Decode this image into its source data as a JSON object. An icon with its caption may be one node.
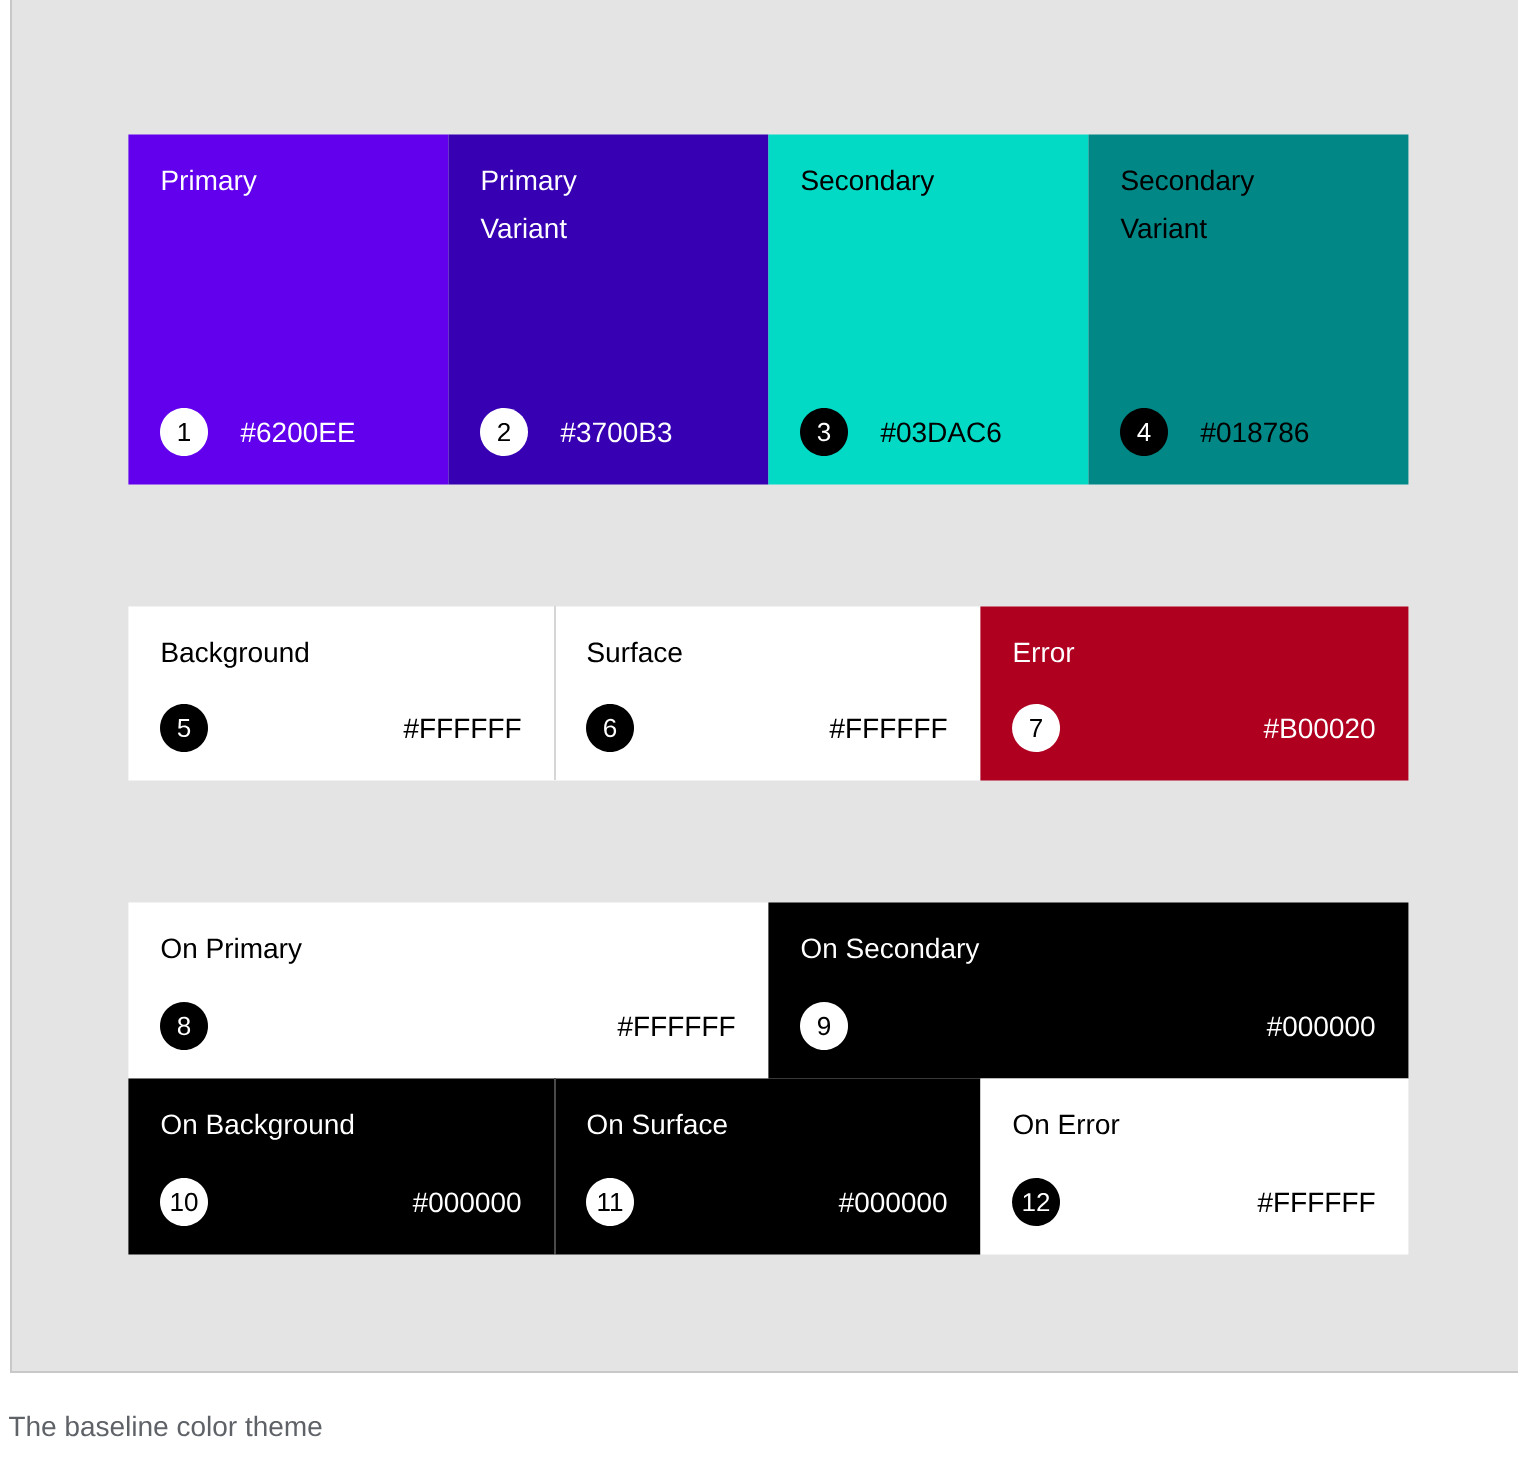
{
  "diagram": {
    "caption": "The baseline color theme",
    "nodes": [
      {
        "text": [
          "Primary",
          "#6200EE"
        ]
      },
      {
        "text": [
          "1"
        ],
        "in": 0
      },
      {
        "text": [
          "Primary Variant",
          "#3700B3"
        ]
      },
      {
        "text": [
          "2"
        ],
        "in": 2
      },
      {
        "text": [
          "Secondary",
          "#03DAC6"
        ]
      },
      {
        "text": [
          "3"
        ],
        "in": 4
      },
      {
        "text": [
          "Secondary Variant",
          "#018786"
        ]
      },
      {
        "text": [
          "4"
        ],
        "in": 6
      },
      {
        "text": [
          "Background",
          "#FFFFFF"
        ]
      },
      {
        "text": [
          "5"
        ],
        "in": 8
      },
      {
        "text": [
          "Surface",
          "#FFFFFF"
        ]
      },
      {
        "text": [
          "6"
        ],
        "in": 10
      },
      {
        "text": [
          "Error",
          "#B00020"
        ]
      },
      {
        "text": [
          "7"
        ],
        "in": 12
      },
      {
        "text": [
          "On Primary",
          "#FFFFFF"
        ]
      },
      {
        "text": [
          "8"
        ],
        "in": 14
      },
      {
        "text": [
          "On Secondary",
          "#000000"
        ]
      },
      {
        "text": [
          "9"
        ],
        "in": 16
      },
      {
        "text": [
          "On Background",
          "#000000"
        ]
      },
      {
        "text": [
          "10"
        ],
        "in": 18
      },
      {
        "text": [
          "On Surface",
          "#000000"
        ]
      },
      {
        "text": [
          "11"
        ],
        "in": 20
      },
      {
        "text": [
          "On Error",
          "#FFFFFF"
        ]
      },
      {
        "text": [
          "12"
        ],
        "in": 22
      }
    ]
  }
}
